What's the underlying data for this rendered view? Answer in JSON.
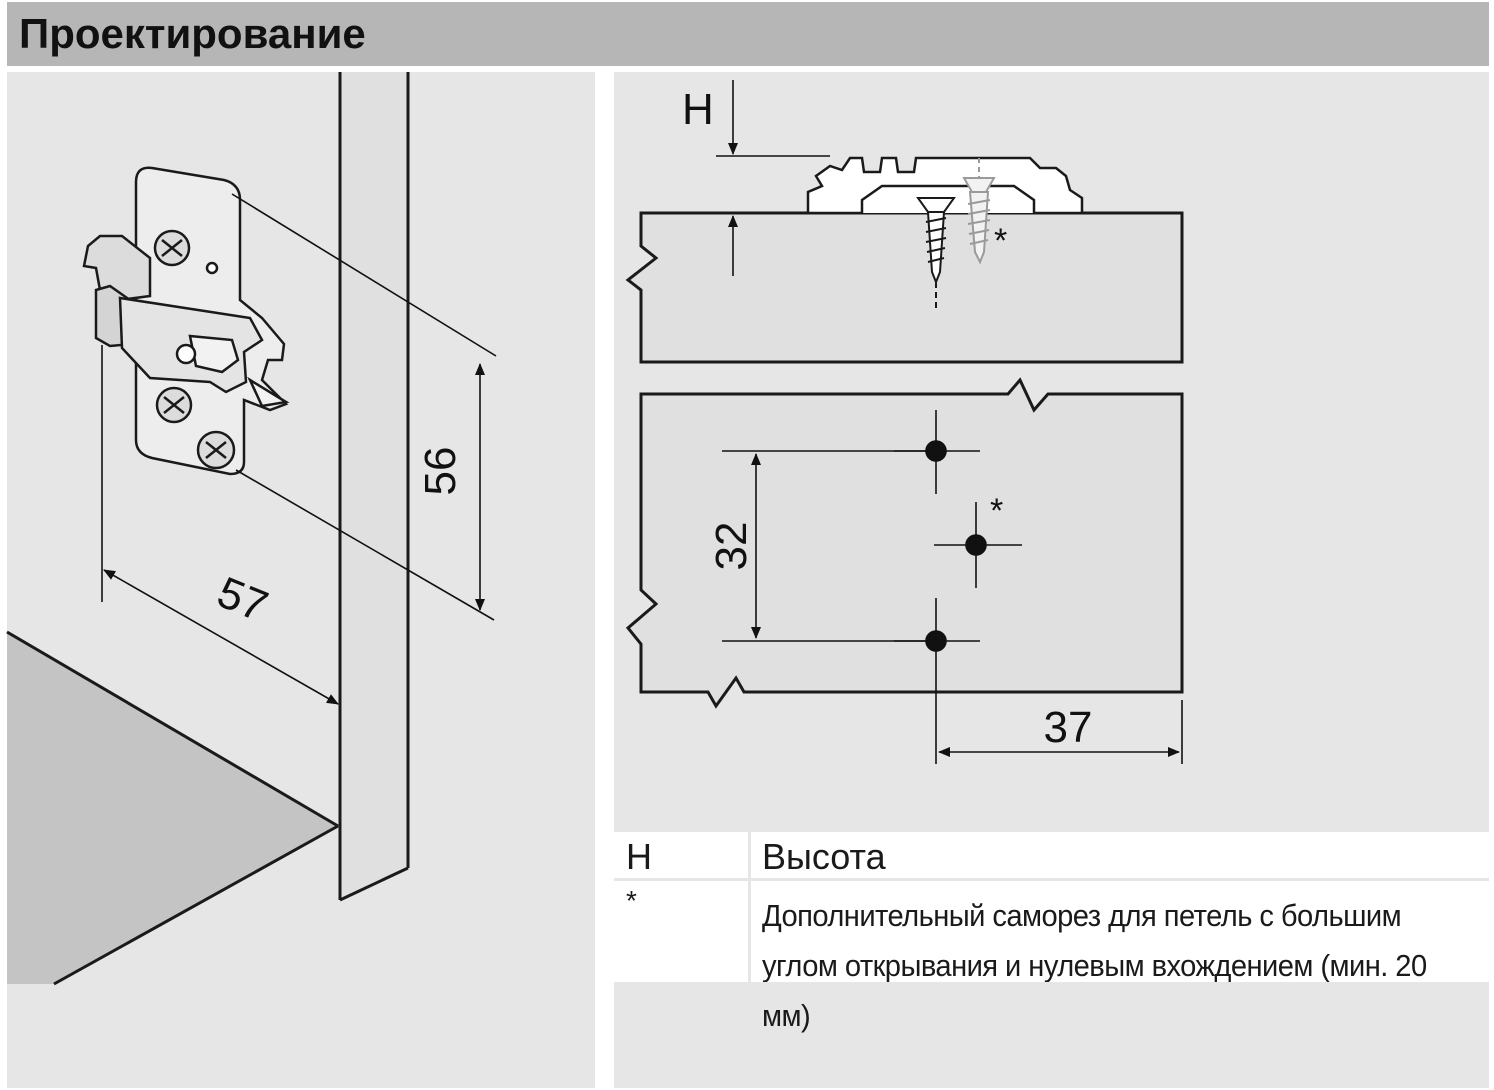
{
  "header": {
    "title": "Проектирование"
  },
  "dimensions": {
    "height_label": "H",
    "width_57": "57",
    "height_56": "56",
    "spacing_32": "32",
    "distance_37": "37",
    "asterisk": "*"
  },
  "legend": {
    "rows": [
      {
        "key": "H",
        "text": "Высота"
      },
      {
        "key": "*",
        "text": "Дополнительный саморез для петель с большим углом открывания и нулевым вхождением (мин. 20 мм)"
      }
    ]
  }
}
